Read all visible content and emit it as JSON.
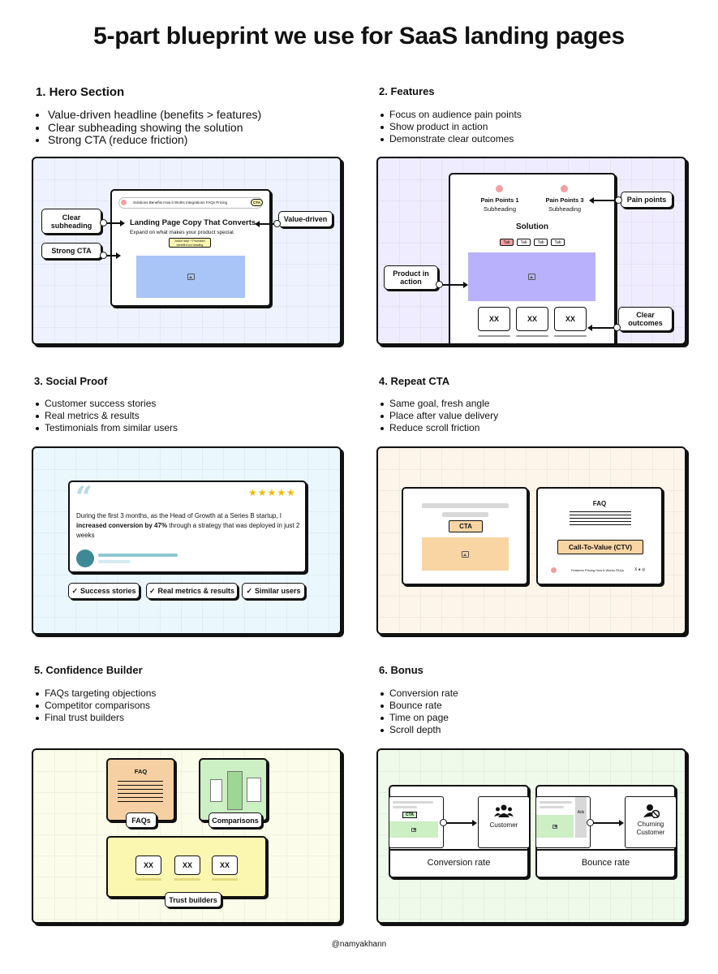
{
  "title": "5-part blueprint we use for SaaS landing pages",
  "footer": "@namyakhann",
  "colors": {
    "hero_bg": "#eef2ff",
    "features_bg": "#f0ecff",
    "social_bg": "#eaf8fd",
    "cta_bg": "#fdf5ea",
    "conf_bg": "#fbfce9",
    "bonus_bg": "#effaea",
    "accent_blue": "#a9c5f8",
    "accent_purple": "#b9b1fb",
    "accent_orange": "#f9d5a4",
    "accent_green": "#ccefc4",
    "accent_yellow": "#fbf7b1",
    "star": "#f5b800"
  },
  "s1": {
    "title": "1.  Hero Section",
    "bullets": [
      "Value-driven headline (benefits > features)",
      "Clear subheading showing the solution",
      "Strong CTA (reduce friction)"
    ],
    "nav": "Solutions  Benefits  How it Works  Integrations  FAQs  Pricing",
    "nav_cta": "CTA",
    "headline": "Landing Page Copy That Converts",
    "subheadline": "Expand on what makes your product special.",
    "cta_small": "Action step + Promised benefit from heading",
    "labels": {
      "clear_subheading": "Clear subheading",
      "strong_cta": "Strong CTA",
      "value_driven": "Value-driven"
    },
    "icons": {
      "image": "image-icon"
    }
  },
  "s2": {
    "title": "2. Features",
    "bullets": [
      "Focus on audience pain points",
      "Show product in action",
      "Demonstrate clear outcomes"
    ],
    "pp1": "Pain Points 1",
    "pp3": "Pain Points 3",
    "sub": "Subheading",
    "solution": "Solution",
    "tabs": [
      "Tab",
      "Tab",
      "Tab",
      "Tab"
    ],
    "xx": [
      "XX",
      "XX",
      "XX"
    ],
    "labels": {
      "pain_points": "Pain points",
      "product_in_action": "Product in action",
      "clear_outcomes": "Clear outcomes"
    }
  },
  "s3": {
    "title": "3. Social Proof",
    "bullets": [
      "Customer success stories",
      "Real metrics & results",
      "Testimonials from similar users"
    ],
    "stars": "★★★★★",
    "quote_mark": "“",
    "quote_a": "During the first 3 months, as the Head of Growth at a Series B startup, I ",
    "quote_b": "increased conversion by 47%",
    "quote_c": " through a strategy that was deployed in just 2 weeks",
    "badges": [
      "Success stories",
      "Real metrics & results",
      "Similar users"
    ],
    "check": "✓"
  },
  "s4": {
    "title": "4. Repeat CTA",
    "bullets": [
      "Same goal, fresh angle",
      "Place after value delivery",
      "Reduce scroll friction"
    ],
    "cta": "CTA",
    "faq": "FAQ",
    "ctv": "Call-To-Value (CTV)",
    "footer_links": "Features  Pricing  How it Works  FAQs",
    "social": "X ● ◎"
  },
  "s5": {
    "title": "5. Confidence Builder",
    "bullets": [
      "FAQs targeting objections",
      "Competitor comparisons",
      "Final trust builders"
    ],
    "faq": "FAQ",
    "labels": {
      "faqs": "FAQs",
      "comparisons": "Comparisons",
      "trust_builders": "Trust builders"
    },
    "xx": [
      "XX",
      "XX",
      "XX"
    ]
  },
  "s6": {
    "title": "6. Bonus",
    "bullets": [
      "Conversion rate",
      "Bounce rate",
      "Time on page",
      "Scroll depth"
    ],
    "cta": "CTA",
    "ads": "Ads",
    "customer": "Customer",
    "churning": "Churning Customer",
    "conv_label": "Conversion rate",
    "bounce_label": "Bounce rate"
  }
}
